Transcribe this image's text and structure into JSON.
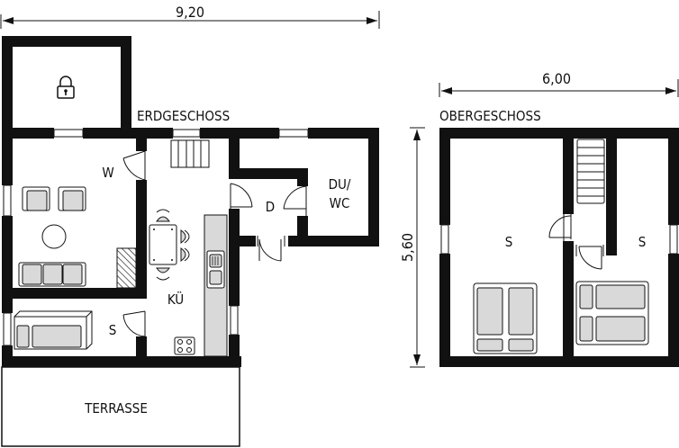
{
  "ground_floor": {
    "title": "ERDGESCHOSS",
    "width_dimension": "9,20",
    "rooms": {
      "storage": {
        "icon": "lock-icon"
      },
      "living": "W",
      "kitchen": "KÜ",
      "bedroom": "S",
      "hallway": "D",
      "bathroom_line1": "DU/",
      "bathroom_line2": "WC",
      "terrace": "TERRASSE"
    }
  },
  "upper_floor": {
    "title": "OBERGESCHOSS",
    "width_dimension": "6,00",
    "height_dimension": "5,60",
    "rooms": {
      "bedroom_left": "S",
      "bedroom_right": "S"
    }
  },
  "colors": {
    "wall": "#111111",
    "furniture_fill": "#d9d9d9",
    "background": "#ffffff"
  }
}
